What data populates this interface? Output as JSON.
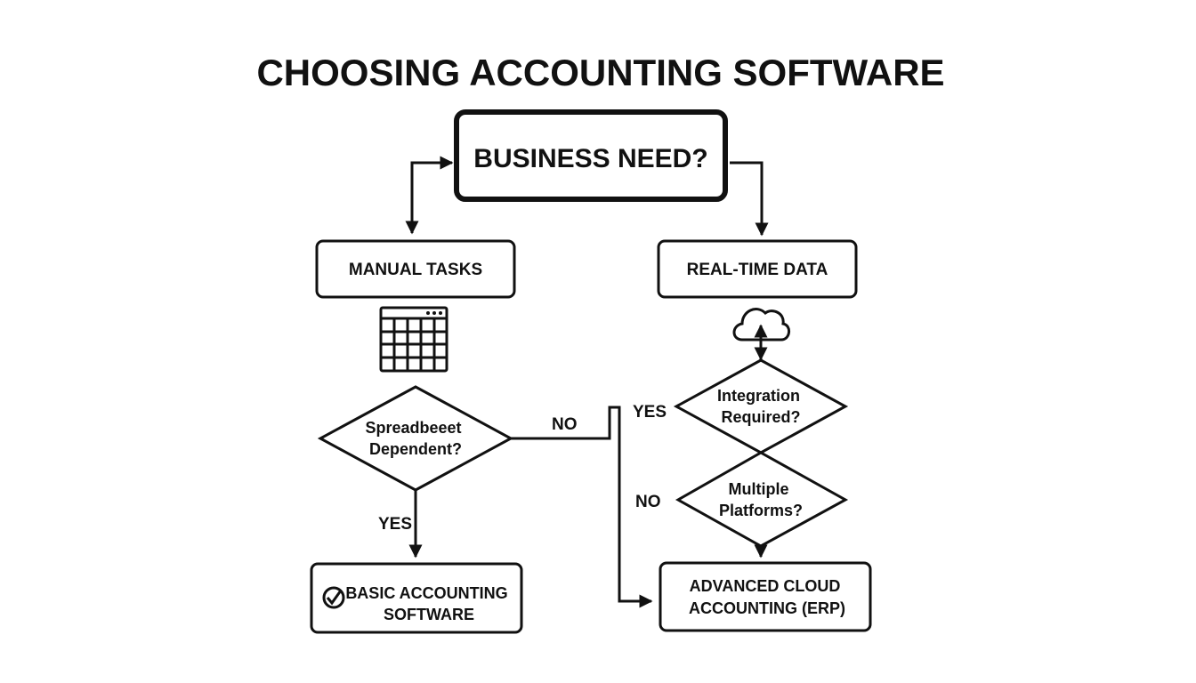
{
  "title": "CHOOSING ACCOUNTING SOFTWARE",
  "nodes": {
    "business_need": "BUSINESS NEED?",
    "manual_tasks": "MANUAL TASKS",
    "real_time_data": "REAL-TIME DATA",
    "spreadsheet_dependent": [
      "Spreadbeeet",
      "Dependent?"
    ],
    "integration_required": [
      "Integration",
      "Required?"
    ],
    "multiple_platforms": [
      "Multiple",
      "Platforms?"
    ],
    "basic_accounting": [
      "BASIC ACCOUNTING",
      "SOFTWARE"
    ],
    "advanced_cloud": [
      "ADVANCED CLOUD",
      "ACCOUNTING (ERP)"
    ]
  },
  "edge_labels": {
    "spreadsheet_no": "NO",
    "spreadsheet_yes": "YES",
    "integration_yes": "YES",
    "platforms_no": "NO"
  },
  "icons": {
    "spreadsheet": "spreadsheet-grid-icon",
    "cloud": "cloud-sync-icon",
    "check": "check-circle-icon"
  }
}
